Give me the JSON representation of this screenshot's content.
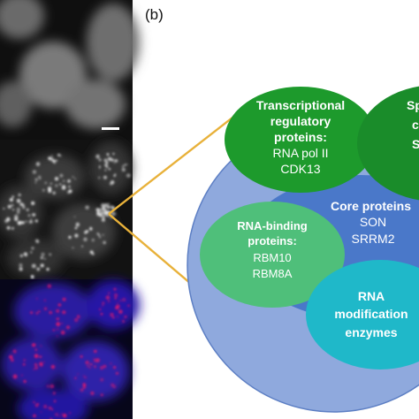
{
  "figure": {
    "panel_label": "(b)",
    "colors": {
      "outer_circle": "#8fa9dd",
      "core_circle": "#4a78c9",
      "transcriptional": "#1d9a2c",
      "splicing": "#1a8c2a",
      "rna_binding": "#4fbf7a",
      "rna_modification": "#1fb8c9",
      "connector": "#e8b13a"
    },
    "groups": {
      "transcriptional": {
        "title_lines": [
          "Transcriptional",
          "regulatory",
          "proteins:"
        ],
        "members": [
          "RNA pol II",
          "CDK13"
        ]
      },
      "splicing_partial": {
        "lines": [
          "Sp",
          "c",
          "S"
        ]
      },
      "core": {
        "title": "Core proteins",
        "members": [
          "SON",
          "SRRM2"
        ]
      },
      "rna_binding": {
        "title_lines": [
          "RNA-binding",
          "proteins:"
        ],
        "members": [
          "RBM10",
          "RBM8A"
        ]
      },
      "rna_modification": {
        "title_lines": [
          "RNA",
          "modification",
          "enzymes"
        ]
      }
    }
  }
}
